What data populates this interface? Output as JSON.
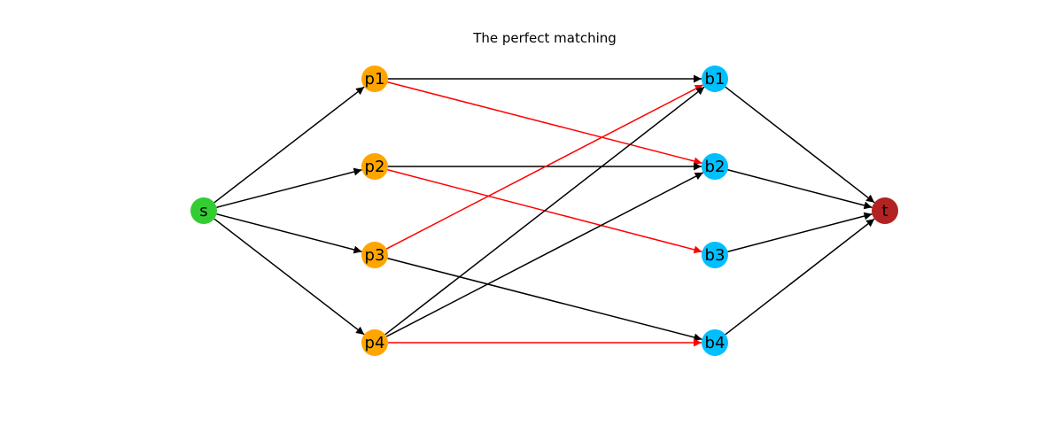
{
  "title": "The perfect matching",
  "colors": {
    "source": "#32cd32",
    "sink": "#b22222",
    "left": "#ffa500",
    "right": "#00bfff",
    "edge": "#000000",
    "matched_edge": "#ff0000"
  },
  "nodes": [
    {
      "id": "s",
      "label": "s",
      "group": "source"
    },
    {
      "id": "p1",
      "label": "p1",
      "group": "left"
    },
    {
      "id": "p2",
      "label": "p2",
      "group": "left"
    },
    {
      "id": "p3",
      "label": "p3",
      "group": "left"
    },
    {
      "id": "p4",
      "label": "p4",
      "group": "left"
    },
    {
      "id": "b1",
      "label": "b1",
      "group": "right"
    },
    {
      "id": "b2",
      "label": "b2",
      "group": "right"
    },
    {
      "id": "b3",
      "label": "b3",
      "group": "right"
    },
    {
      "id": "b4",
      "label": "b4",
      "group": "right"
    },
    {
      "id": "t",
      "label": "t",
      "group": "sink"
    }
  ],
  "edges": [
    {
      "from": "s",
      "to": "p1",
      "matched": false
    },
    {
      "from": "s",
      "to": "p2",
      "matched": false
    },
    {
      "from": "s",
      "to": "p3",
      "matched": false
    },
    {
      "from": "s",
      "to": "p4",
      "matched": false
    },
    {
      "from": "p1",
      "to": "b1",
      "matched": false
    },
    {
      "from": "p1",
      "to": "b2",
      "matched": true
    },
    {
      "from": "p2",
      "to": "b2",
      "matched": false
    },
    {
      "from": "p2",
      "to": "b3",
      "matched": true
    },
    {
      "from": "p3",
      "to": "b1",
      "matched": true
    },
    {
      "from": "p3",
      "to": "b4",
      "matched": false
    },
    {
      "from": "p4",
      "to": "b1",
      "matched": false
    },
    {
      "from": "p4",
      "to": "b2",
      "matched": false
    },
    {
      "from": "p4",
      "to": "b4",
      "matched": true
    },
    {
      "from": "b1",
      "to": "t",
      "matched": false
    },
    {
      "from": "b2",
      "to": "t",
      "matched": false
    },
    {
      "from": "b3",
      "to": "t",
      "matched": false
    },
    {
      "from": "b4",
      "to": "t",
      "matched": false
    }
  ]
}
